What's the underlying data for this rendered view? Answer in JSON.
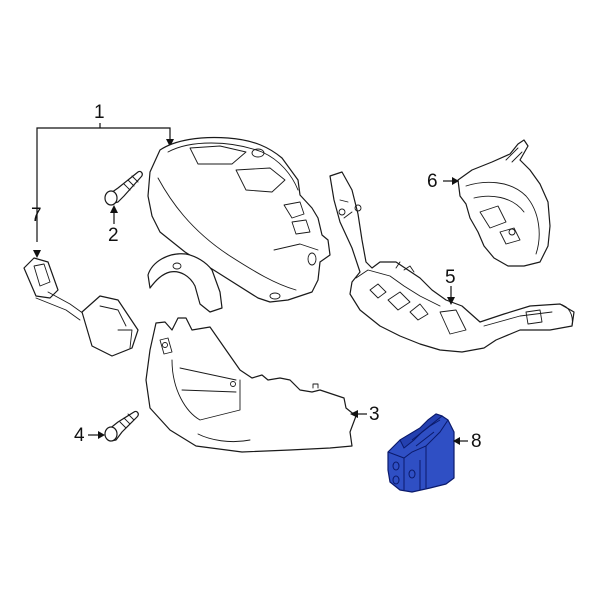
{
  "diagram": {
    "type": "exploded parts diagram",
    "subject": "steering column assembly",
    "highlight_color": "#2f4fc4",
    "line_color": "#1a1a1a",
    "background": "#ffffff",
    "callouts": [
      {
        "id": "1",
        "label": "1",
        "part": "upper column cover"
      },
      {
        "id": "2",
        "label": "2",
        "part": "screw"
      },
      {
        "id": "3",
        "label": "3",
        "part": "lower column cover"
      },
      {
        "id": "4",
        "label": "4",
        "part": "screw"
      },
      {
        "id": "5",
        "label": "5",
        "part": "combination switch"
      },
      {
        "id": "6",
        "label": "6",
        "part": "clock spring"
      },
      {
        "id": "7",
        "label": "7",
        "part": "wiring harness connector"
      },
      {
        "id": "8",
        "label": "8",
        "part": "connector block (highlighted)",
        "highlighted": true
      }
    ]
  }
}
